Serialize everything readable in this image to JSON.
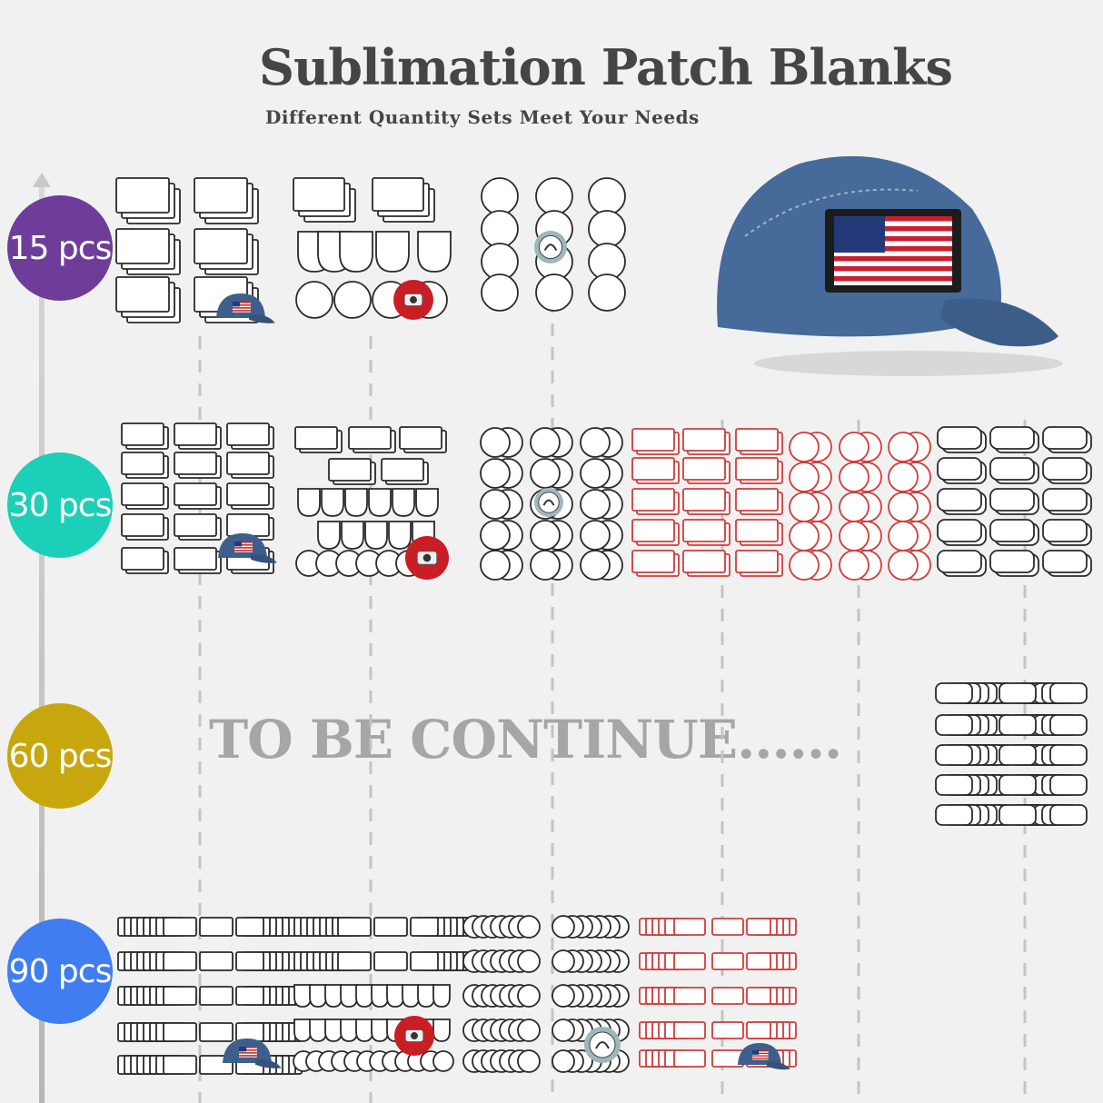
{
  "header": {
    "title": "Sublimation Patch Blanks",
    "subtitle": "Different Quantity Sets Meet Your Needs"
  },
  "levels": [
    {
      "label": "15 pcs",
      "color": "#6e3d9a"
    },
    {
      "label": "30 pcs",
      "color": "#1ccfb8"
    },
    {
      "label": "60 pcs",
      "color": "#c8a70e"
    },
    {
      "label": "90 pcs",
      "color": "#3f7df0"
    }
  ],
  "placeholder_text": "TO BE CONTINUE......",
  "colors": {
    "outline": "#2a2a2a",
    "red_outline": "#d23b3b",
    "dash": "#c4c4c4",
    "denim": "#3e5f8c"
  },
  "icons": [
    "arrow-up-icon",
    "baseball-cap-icon",
    "us-flag-icon",
    "red-patch-icon",
    "eagle-patch-icon"
  ]
}
